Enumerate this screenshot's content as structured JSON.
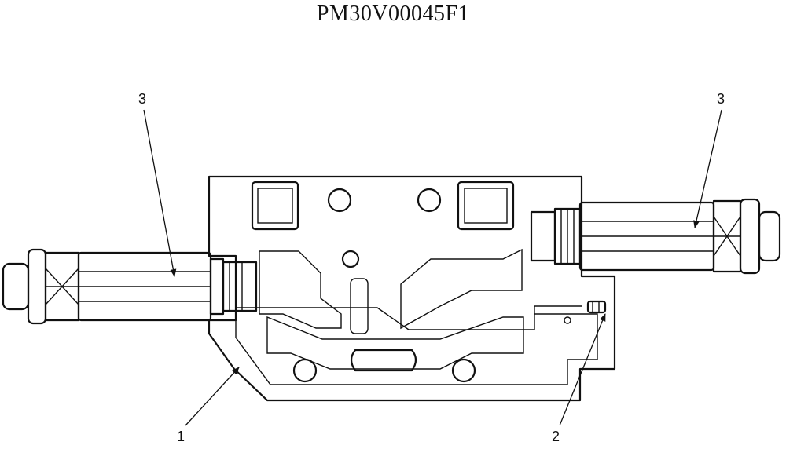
{
  "title": "PM30V00045F1",
  "callouts": {
    "relief_valve_left": "3",
    "relief_valve_right": "3",
    "valve_body": "1",
    "check_plug": "2"
  }
}
